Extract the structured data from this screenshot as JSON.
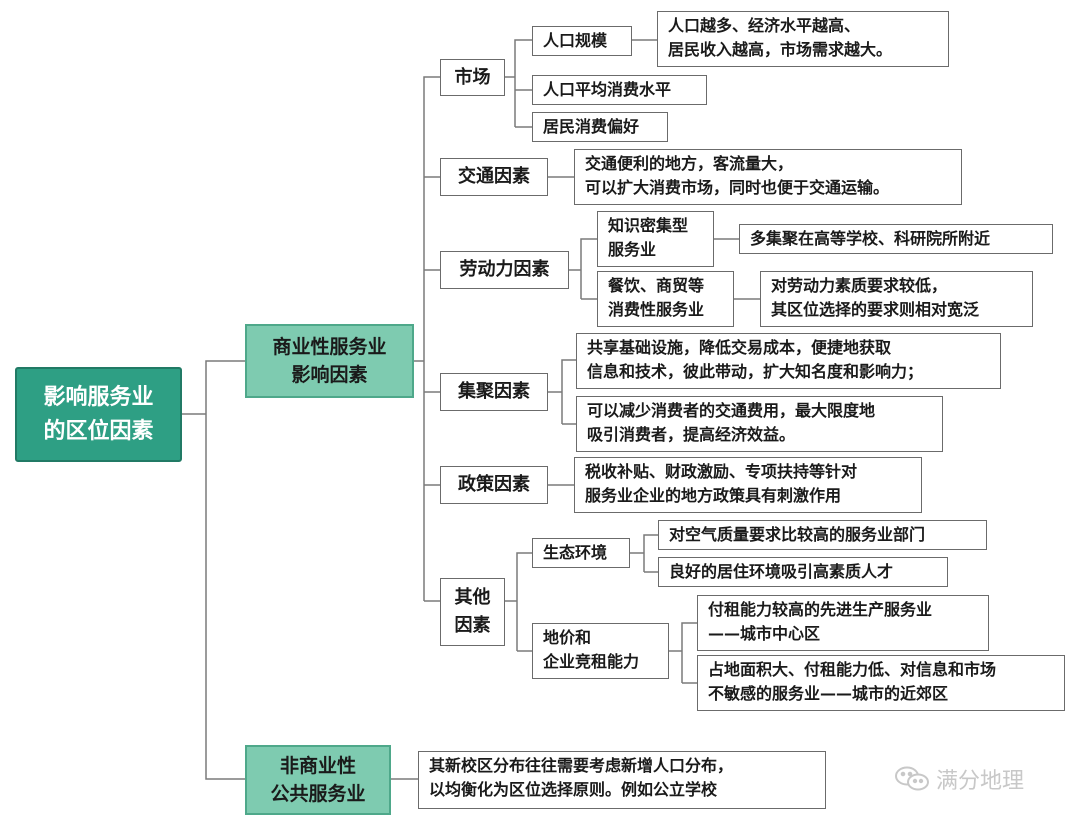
{
  "root": {
    "title": "影响服务业\n的区位因素"
  },
  "commercial": {
    "title": "商业性服务业\n影响因素",
    "factors": [
      {
        "name": "市场",
        "subs": [
          {
            "name": "人口规模",
            "desc": "人口越多、经济水平越高、\n居民收入越高，市场需求越大。"
          },
          {
            "name": "人口平均消费水平"
          },
          {
            "name": "居民消费偏好"
          }
        ]
      },
      {
        "name": "交通因素",
        "desc": "交通便利的地方，客流量大，\n可以扩大消费市场，同时也便于交通运输。"
      },
      {
        "name": "劳动力因素",
        "subs": [
          {
            "name": "知识密集型\n服务业",
            "desc": "多集聚在高等学校、科研院所附近"
          },
          {
            "name": "餐饮、商贸等\n消费性服务业",
            "desc": "对劳动力素质要求较低，\n其区位选择的要求则相对宽泛"
          }
        ]
      },
      {
        "name": "集聚因素",
        "descs": [
          "共享基础设施，降低交易成本，便捷地获取\n信息和技术，彼此带动，扩大知名度和影响力；",
          "可以减少消费者的交通费用，最大限度地\n吸引消费者，提高经济效益。"
        ]
      },
      {
        "name": "政策因素",
        "desc": "税收补贴、财政激励、专项扶持等针对\n服务业企业的地方政策具有刺激作用"
      },
      {
        "name": "其他\n因素",
        "subs": [
          {
            "name": "生态环境",
            "descs": [
              "对空气质量要求比较高的服务业部门",
              "良好的居住环境吸引高素质人才"
            ]
          },
          {
            "name": "地价和\n企业竞租能力",
            "descs": [
              "付租能力较高的先进生产服务业\n——城市中心区",
              "占地面积大、付租能力低、对信息和市场\n不敏感的服务业——城市的近郊区"
            ]
          }
        ]
      }
    ]
  },
  "noncommercial": {
    "title": "非商业性\n公共服务业",
    "desc": "其新校区分布往往需要考虑新增人口分布，\n以均衡化为区位选择原则。例如公立学校"
  },
  "watermark": {
    "text": "满分地理",
    "icon": "wechat-icon"
  },
  "colors": {
    "root_fill": "#2e9f84",
    "branch_fill": "#7ecbb0",
    "line": "#6b6b6b"
  }
}
